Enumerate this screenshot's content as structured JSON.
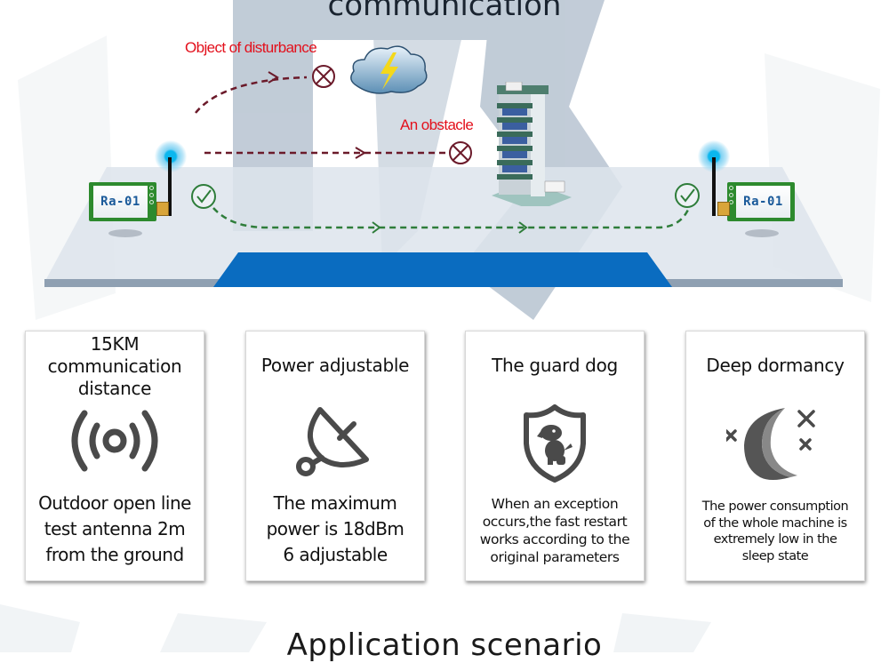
{
  "header": {
    "title_partial": "communication"
  },
  "diagram": {
    "disturbance_label": "Object of disturbance",
    "obstacle_label": "An obstacle",
    "module_left_label": "Ra-01",
    "module_right_label": "Ra-01",
    "colors": {
      "blocked_path": "#6b1a2a",
      "success_path": "#2e7d3a",
      "label_red": "#e3101c",
      "module_green": "#2d8a2e",
      "platform_blue": "#0a6cc0",
      "antenna_glow": "#0bb7ee"
    }
  },
  "features": [
    {
      "title_lines": [
        "15KM",
        "communication",
        "distance"
      ],
      "icon": "wireless-signal-icon",
      "desc_lines": [
        "Outdoor open line",
        "test antenna 2m",
        "from the ground"
      ]
    },
    {
      "title_lines": [
        "Power adjustable"
      ],
      "icon": "satellite-dish-icon",
      "desc_lines": [
        "The maximum",
        "power is 18dBm",
        "6 adjustable"
      ]
    },
    {
      "title_lines": [
        "The guard dog"
      ],
      "icon": "shield-dog-icon",
      "desc_lines": [
        "When an exception",
        "occurs,the fast restart",
        "works according to the",
        "original parameters"
      ]
    },
    {
      "title_lines": [
        "Deep dormancy"
      ],
      "icon": "moon-stars-icon",
      "desc_lines": [
        "The power consumption",
        "of the whole machine is",
        "extremely low in the",
        "sleep state"
      ]
    }
  ],
  "footer": {
    "section_title_partial": "Application scenario"
  }
}
